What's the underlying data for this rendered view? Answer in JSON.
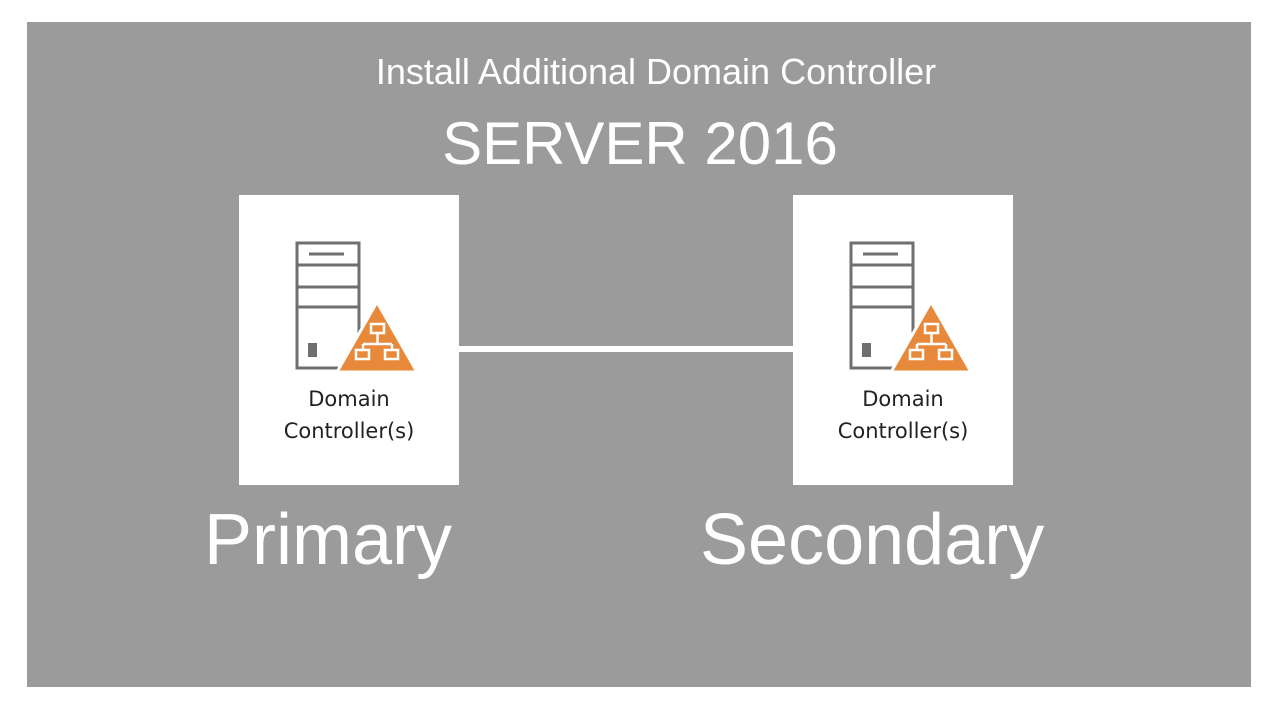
{
  "header": {
    "subtitle": "Install Additional Domain Controller",
    "title": "SERVER 2016"
  },
  "nodes": [
    {
      "label_line1": "Domain",
      "label_line2": "Controller(s)",
      "icon": "domain-controller-icon",
      "role": "Primary"
    },
    {
      "label_line1": "Domain",
      "label_line2": "Controller(s)",
      "icon": "domain-controller-icon",
      "role": "Secondary"
    }
  ],
  "colors": {
    "background": "#9b9b9b",
    "card": "#ffffff",
    "accent": "#e8883a",
    "server_outline": "#6f6f6f"
  }
}
